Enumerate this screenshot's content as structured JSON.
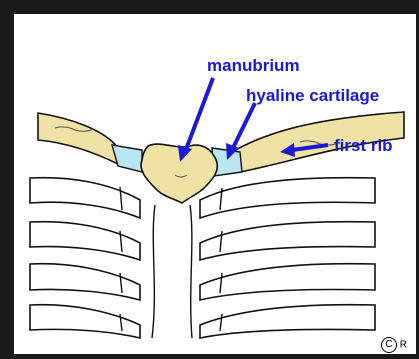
{
  "labels": {
    "manubrium": "manubrium",
    "hyaline_cartilage": "hyaline cartilage",
    "first_rib": "first rib"
  },
  "copyright": {
    "symbol": "C",
    "mark": "R"
  },
  "colors": {
    "bone": "#f0e2a4",
    "cartilage": "#b9e6f2",
    "arrow": "#1a1ad6",
    "outline": "#111111"
  }
}
